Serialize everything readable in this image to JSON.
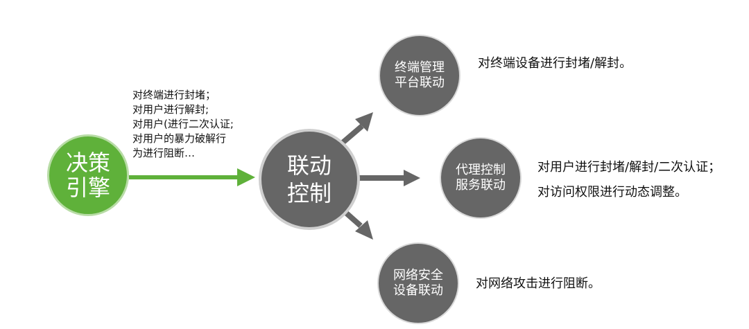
{
  "decision_engine": {
    "label": "决策引擎",
    "color": "#5fb13a"
  },
  "linkage_control": {
    "label": "联动控制",
    "color": "#666666"
  },
  "engine_notes": [
    "对终端进行封堵；",
    "对用户进行解封;",
    "对用户(进行二次认证;",
    "对用户的暴力破解行",
    "为进行阻断…"
  ],
  "nodes": [
    {
      "label": "终端管理平台联动",
      "description": [
        "对终端设备进行封堵/解封。"
      ]
    },
    {
      "label": "代理控制服务联动",
      "description": [
        "对用户进行封堵/解封/二次认证；",
        "对访问权限进行动态调整。"
      ]
    },
    {
      "label": "网络安全设备联动",
      "description": [
        "对网络攻击进行阻断。"
      ]
    }
  ],
  "colors": {
    "engine_arrow": "#5fb13a",
    "control_arrow": "#666666",
    "text": "#111111"
  }
}
